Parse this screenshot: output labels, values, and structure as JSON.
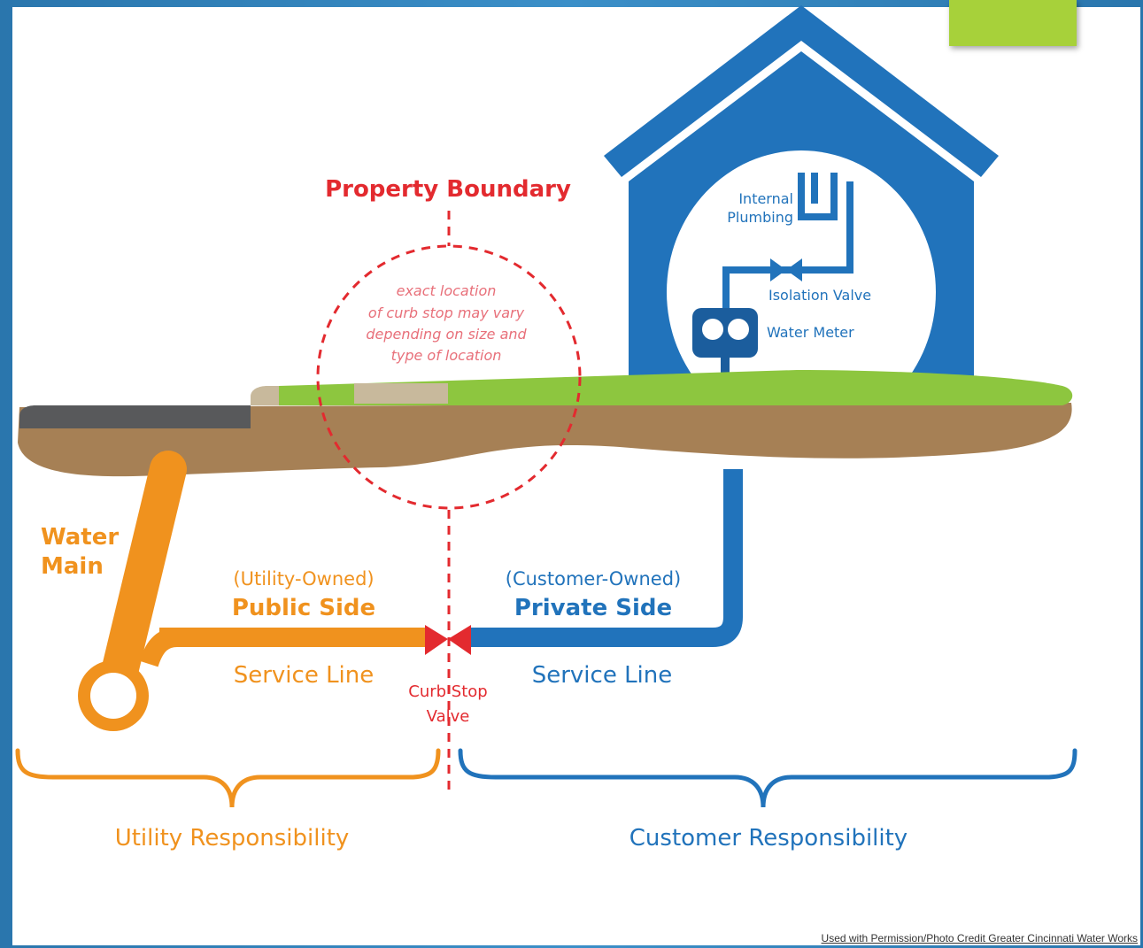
{
  "labels": {
    "property_boundary": "Property Boundary",
    "curb_note": [
      "exact location",
      "of curb stop may vary",
      "depending on size and",
      "type of location"
    ],
    "internal_plumbing": [
      "Internal",
      "Plumbing"
    ],
    "isolation_valve": "Isolation Valve",
    "water_meter": "Water Meter",
    "water_main": [
      "Water",
      "Main"
    ],
    "public_owned": "(Utility-Owned)",
    "public_side": "Public Side",
    "public_service_line": "Service Line",
    "private_owned": "(Customer-Owned)",
    "private_side": "Private Side",
    "private_service_line": "Service Line",
    "curb_stop": [
      "Curb Stop",
      "Valve"
    ],
    "utility_responsibility": "Utility Responsibility",
    "customer_responsibility": "Customer Responsibility",
    "credit": "Used with Permission/Photo Credit Greater Cincinnati Water Works"
  },
  "colors": {
    "utility": "#f0921e",
    "customer": "#2173bb",
    "boundary": "#e32a2f",
    "grass": "#8dc63f",
    "soil": "#a68055",
    "road": "#58595b",
    "accent": "#a7d13a"
  },
  "icons": [
    "house-icon",
    "curb-stop-valve-icon",
    "isolation-valve-icon",
    "water-meter-icon",
    "water-main-pipe-icon"
  ]
}
